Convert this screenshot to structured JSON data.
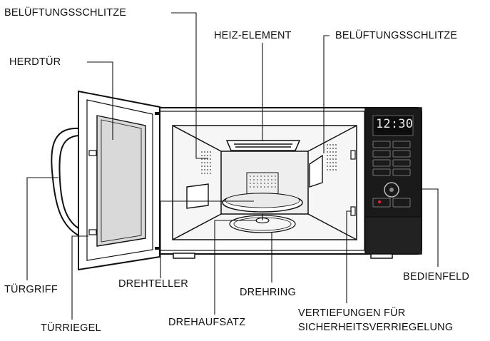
{
  "labels": {
    "vent_left": "BELÜFTUNGSSCHLITZE",
    "heater": "HEIZ-ELEMENT",
    "vent_right": "BELÜFTUNGSSCHLITZE",
    "door": "HERDTÜR",
    "handle": "TÜRGRIFF",
    "latch": "TÜRRIEGEL",
    "turntable": "DREHTELLER",
    "coupler": "DREHAUFSATZ",
    "ring": "DREHRING",
    "interlock_line1": "VERTIEFUNGEN FÜR",
    "interlock_line2": "SICHERHEITSVERRIEGELUNG",
    "panel": "BEDIENFELD"
  },
  "display": {
    "time": "12:30"
  },
  "colors": {
    "line": "#111111",
    "fill": "#ffffff",
    "cavity_shade": "#eeeeee",
    "panel_body": "#1a1a1a",
    "window_shade": "#d9d9d9"
  }
}
